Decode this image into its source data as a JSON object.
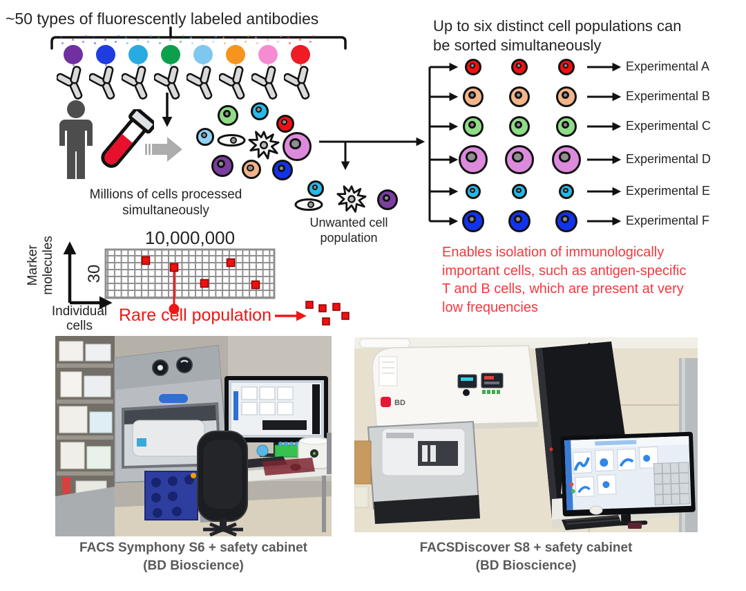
{
  "antibody_panel": {
    "title": "~50 types of fluorescently labeled antibodies",
    "fluorophores": [
      {
        "name": "purple",
        "color": "#7030A0"
      },
      {
        "name": "blue",
        "color": "#1E3CE0"
      },
      {
        "name": "sky-blue",
        "color": "#29ABE2"
      },
      {
        "name": "green",
        "color": "#0DA04C"
      },
      {
        "name": "light-blue",
        "color": "#7EC8F0"
      },
      {
        "name": "orange",
        "color": "#F7941E"
      },
      {
        "name": "pink",
        "color": "#F78BD2"
      },
      {
        "name": "red",
        "color": "#EE1C25"
      }
    ]
  },
  "sample": {
    "caption": "Millions of cells processed\nsimultaneously"
  },
  "mixture": {
    "cells": [
      {
        "name": "green-cell",
        "color": "#8FDC86"
      },
      {
        "name": "cyan-cell",
        "color": "#29B9E8"
      },
      {
        "name": "red-cell",
        "color": "#EE1111"
      },
      {
        "name": "light-blue-cell",
        "color": "#8ED3F5"
      },
      {
        "name": "pink-cell",
        "color": "#DD8ADD"
      },
      {
        "name": "purple-cell",
        "color": "#7B3FA0"
      },
      {
        "name": "peach-cell",
        "color": "#F2B488"
      },
      {
        "name": "blue-cell",
        "color": "#1133EE"
      }
    ]
  },
  "unwanted": {
    "caption": "Unwanted cell\npopulation",
    "cyan_color": "#29B9E8",
    "purple_color": "#7B3FA0"
  },
  "sorting": {
    "title": "Up to six distinct cell populations can\nbe sorted simultaneously",
    "rows": [
      {
        "label": "Experimental A",
        "cell_color": "#EE1111"
      },
      {
        "label": "Experimental B",
        "cell_color": "#F2B488"
      },
      {
        "label": "Experimental C",
        "cell_color": "#8FDC86"
      },
      {
        "label": "Experimental D",
        "cell_color": "#DD8ADD"
      },
      {
        "label": "Experimental E",
        "cell_color": "#22B8E8"
      },
      {
        "label": "Experimental F",
        "cell_color": "#1133EE"
      }
    ]
  },
  "rare_panel": {
    "cells_count_label": "10,000,000",
    "markers_count_label": "30",
    "y_axis_label": "Marker\nmolecules",
    "x_axis_label": "Individual\ncells",
    "rare_label": "Rare cell population",
    "accent_color": "#F01616"
  },
  "note": {
    "text": "Enables isolation of immunologically\nimportant cells, such as antigen-specific\nT and B cells, which are present at very\nlow frequencies",
    "color": "#F8373E"
  },
  "photos": [
    {
      "caption": "FACS Symphony S6 + safety cabinet\n(BD Bioscience)"
    },
    {
      "caption": "FACSDiscover S8 + safety cabinet\n(BD Bioscience)"
    }
  ]
}
